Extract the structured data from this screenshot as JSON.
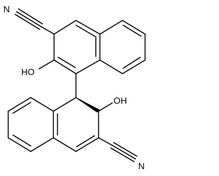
{
  "labels": {
    "nitrile_top": "N",
    "hydroxyl_top": "HO",
    "hydroxyl_bottom": "OH",
    "nitrile_bottom": "N"
  },
  "colors": {
    "bond": "#000000",
    "text": "#000000",
    "background": "#ffffff"
  }
}
